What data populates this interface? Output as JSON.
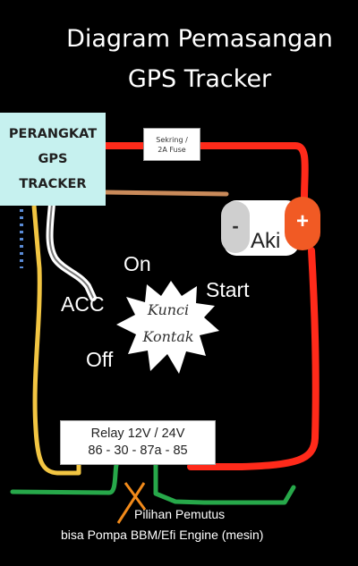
{
  "title": {
    "line1": "Diagram Pemasangan",
    "line2": "GPS Tracker"
  },
  "device": {
    "line1": "PERANGKAT",
    "line2": "GPS",
    "line3": "TRACKER"
  },
  "fuse": {
    "line1": "Sekring /",
    "line2": "2A Fuse"
  },
  "battery": {
    "label": "Aki",
    "negative": "-",
    "positive": "+"
  },
  "ignition": {
    "key_line1": "Kunci",
    "key_line2": "Kontak",
    "on": "On",
    "start": "Start",
    "acc": "ACC",
    "off": "Off"
  },
  "relay": {
    "line1": "Relay 12V / 24V",
    "line2": "86 - 30 - 87a - 85"
  },
  "footer": {
    "line1": "Pilihan Pemutus",
    "line2": "bisa Pompa BBM/Efi Engine (mesin)"
  },
  "colors": {
    "background": "#000000",
    "device_box": "#c6f1ef",
    "positive_wire": "#ff2a1a",
    "negative_wire": "#5a8bd6",
    "ground_wire": "#c98a5a",
    "acc_wire": "#ffffff",
    "relay_wire": "#f2c542",
    "cut_wire": "#27a84a",
    "cut_mark": "#f28a1a",
    "positive_terminal": "#f15a24"
  }
}
